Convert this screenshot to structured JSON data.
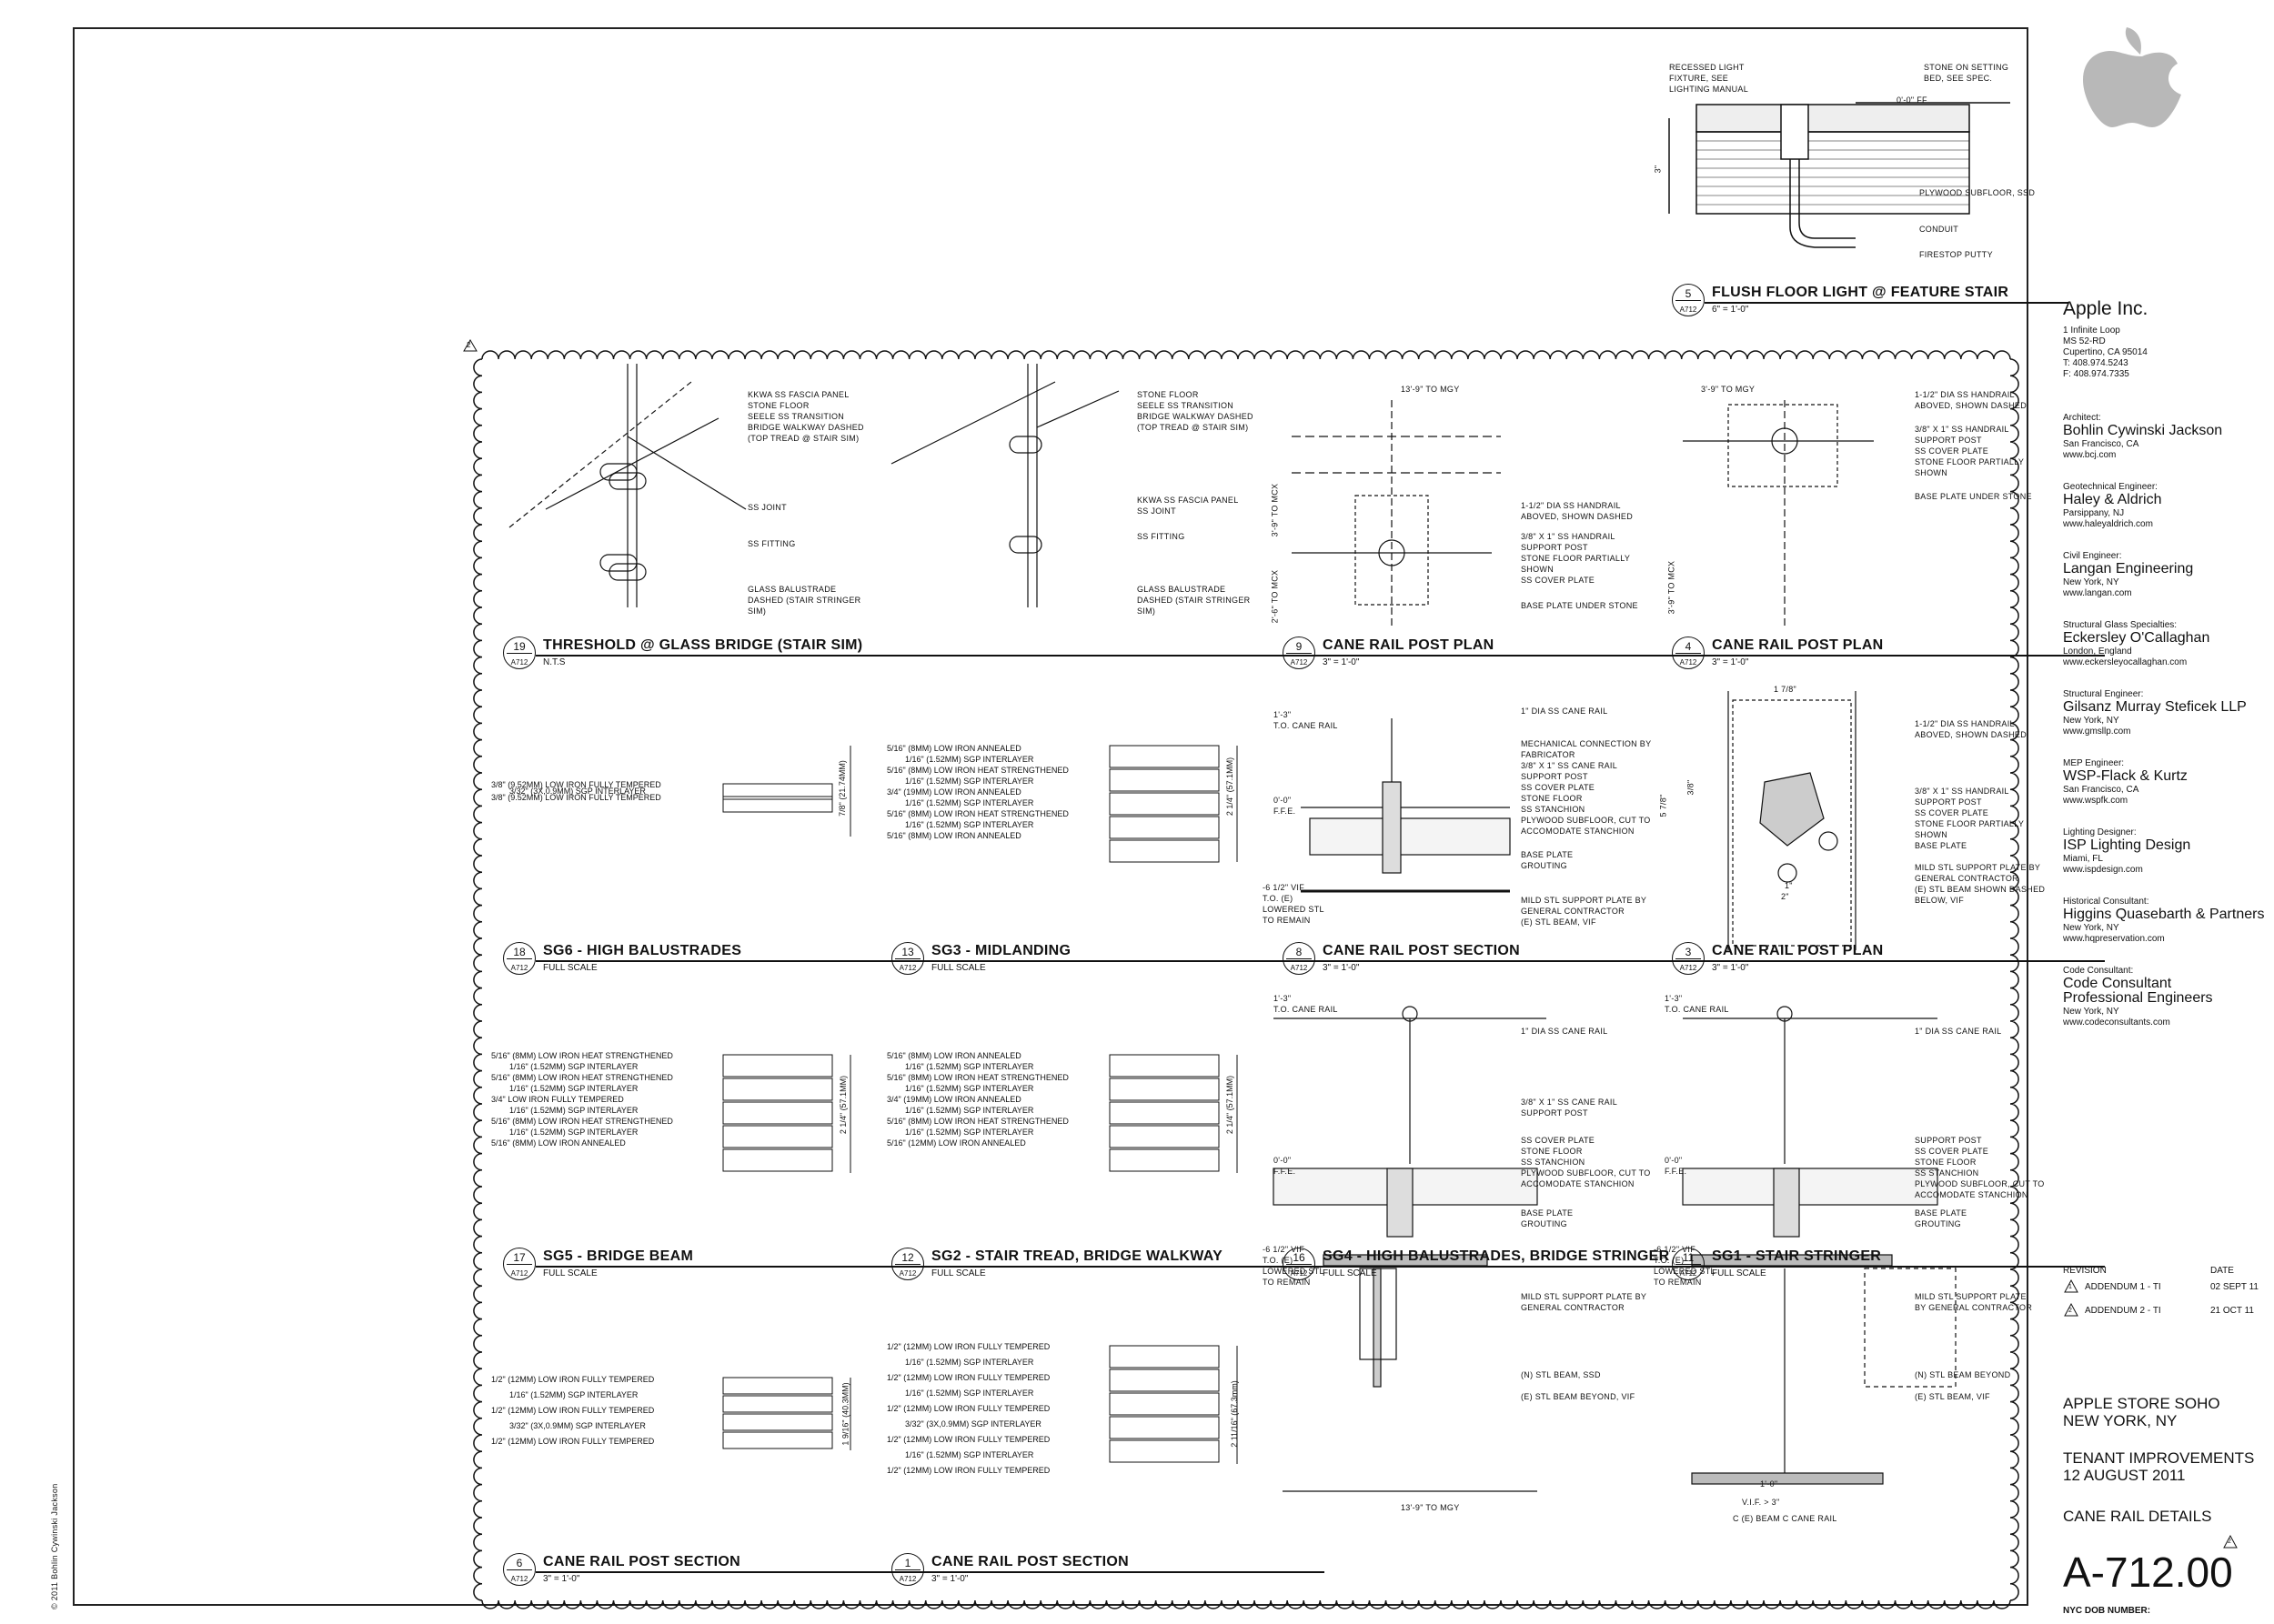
{
  "copyright": "© 2011 Bohlin Cywinski Jackson",
  "revision_triangle_marker": "2",
  "details": [
    {
      "num": "19",
      "sheet": "A712",
      "title": "THRESHOLD @ GLASS BRIDGE (STAIR SIM)",
      "scale": "N.T.S"
    },
    {
      "num": "9",
      "sheet": "A712",
      "title": "CANE RAIL POST PLAN",
      "scale": "3\" = 1'-0\""
    },
    {
      "num": "4",
      "sheet": "A712",
      "title": "CANE RAIL POST PLAN",
      "scale": "3\" = 1'-0\""
    },
    {
      "num": "5",
      "sheet": "A712",
      "title": "FLUSH FLOOR LIGHT @ FEATURE STAIR",
      "scale": "6\" = 1'-0\""
    },
    {
      "num": "18",
      "sheet": "A712",
      "title": "SG6 - HIGH BALUSTRADES",
      "scale": "FULL SCALE"
    },
    {
      "num": "13",
      "sheet": "A712",
      "title": "SG3 - MIDLANDING",
      "scale": "FULL SCALE"
    },
    {
      "num": "8",
      "sheet": "A712",
      "title": "CANE RAIL POST SECTION",
      "scale": "3\" = 1'-0\""
    },
    {
      "num": "3",
      "sheet": "A712",
      "title": "CANE RAIL POST PLAN",
      "scale": "3\" = 1'-0\""
    },
    {
      "num": "17",
      "sheet": "A712",
      "title": "SG5 - BRIDGE BEAM",
      "scale": "FULL SCALE"
    },
    {
      "num": "12",
      "sheet": "A712",
      "title": "SG2 - STAIR TREAD, BRIDGE WALKWAY",
      "scale": "FULL SCALE"
    },
    {
      "num": "16",
      "sheet": "A712",
      "title": "SG4 - HIGH BALUSTRADES, BRIDGE STRINGER",
      "scale": "FULL SCALE"
    },
    {
      "num": "11",
      "sheet": "A712",
      "title": "SG1 - STAIR STRINGER",
      "scale": "FULL SCALE"
    },
    {
      "num": "6",
      "sheet": "A712",
      "title": "CANE RAIL POST SECTION",
      "scale": "3\" = 1'-0\""
    },
    {
      "num": "1",
      "sheet": "A712",
      "title": "CANE RAIL POST SECTION",
      "scale": "3\" = 1'-0\""
    }
  ],
  "notes": {
    "d5": [
      "RECESSED LIGHT",
      "FIXTURE, SEE",
      "LIGHTING MANUAL",
      "STONE ON SETTING",
      "BED, SEE SPEC.",
      "0'-0\" FF",
      "3\"",
      "PLYWOOD SUBFLOOR, SSD",
      "CONDUIT",
      "FIRESTOP PUTTY"
    ],
    "d19": [
      "KKWA SS FASCIA PANEL",
      "STONE FLOOR",
      "SEELE SS TRANSITION",
      "BRIDGE WALKWAY DASHED",
      "(TOP TREAD @ STAIR SIM)",
      "SS JOINT",
      "SS FITTING",
      "GLASS BALUSTRADE",
      "DASHED (STAIR STRINGER",
      "SIM)"
    ],
    "d19b": [
      "STONE FLOOR",
      "SEELE SS TRANSITION",
      "BRIDGE WALKWAY DASHED",
      "(TOP TREAD @ STAIR SIM)",
      "KKWA SS FASCIA PANEL",
      "SS JOINT",
      "SS FITTING",
      "GLASS BALUSTRADE",
      "DASHED (STAIR STRINGER",
      "SIM)"
    ],
    "d9": [
      "13'-9\" TO MGY",
      "3'-9\" TO MCX",
      "2'-6\" TO MCX",
      "1-1/2\" DIA SS HANDRAIL",
      "ABOVED, SHOWN DASHED",
      "3/8\" X 1\" SS HANDRAIL",
      "SUPPORT POST",
      "STONE FLOOR PARTIALLY",
      "SHOWN",
      "SS COVER PLATE",
      "BASE PLATE UNDER STONE"
    ],
    "d4": [
      "3'-9\" TO MGY",
      "3'-9\" TO MCX",
      "1-1/2\" DIA SS HANDRAIL",
      "ABOVED, SHOWN DASHED",
      "3/8\" X 1\" SS HANDRAIL",
      "SUPPORT POST",
      "SS COVER PLATE",
      "STONE FLOOR PARTIALLY",
      "SHOWN",
      "BASE PLATE UNDER STONE"
    ],
    "d8": [
      "1'-3\"",
      "T.O. CANE RAIL",
      "0'-0\"",
      "F.F.E.",
      "-6 1/2\" VIF",
      "T.O. (E)",
      "LOWERED STL",
      "TO REMAIN",
      "1\" DIA SS CANE RAIL",
      "MECHANICAL CONNECTION BY",
      "FABRICATOR",
      "3/8\" X 1\" SS CANE RAIL",
      "SUPPORT POST",
      "SS COVER PLATE",
      "STONE FLOOR",
      "SS STANCHION",
      "PLYWOOD SUBFLOOR, CUT TO",
      "ACCOMODATE STANCHION",
      "BASE PLATE",
      "GROUTING",
      "MILD STL SUPPORT PLATE BY",
      "GENERAL CONTRACTOR",
      "(E) STL BEAM, VIF"
    ],
    "d3": [
      "1 7/8\"",
      "5 7/8\"",
      "3/8\"",
      "1\"",
      "2\"",
      "1-1/2\" DIA SS HANDRAIL",
      "ABOVED, SHOWN DASHED",
      "3/8\" X 1\" SS HANDRAIL",
      "SUPPORT POST",
      "SS COVER PLATE",
      "STONE FLOOR PARTIALLY",
      "SHOWN",
      "BASE PLATE",
      "MILD STL SUPPORT PLATE BY",
      "GENERAL CONTRACTOR",
      "(E) STL BEAM SHOWN DASHED",
      "BELOW, VIF"
    ],
    "d6": [
      "1'-3\"",
      "T.O. CANE RAIL",
      "0'-0\"",
      "F.F.E.",
      "-6 1/2\" VIF",
      "T.O. (E)",
      "LOWERED STL",
      "TO REMAIN",
      "1\" DIA SS CANE RAIL",
      "3/8\" X 1\" SS CANE RAIL",
      "SUPPORT POST",
      "SS COVER PLATE",
      "STONE FLOOR",
      "SS STANCHION",
      "PLYWOOD SUBFLOOR, CUT TO",
      "ACCOMODATE STANCHION",
      "BASE PLATE",
      "GROUTING",
      "MILD STL SUPPORT PLATE BY",
      "GENERAL CONTRACTOR",
      "(N) STL BEAM, SSD",
      "(E) STL BEAM BEYOND, VIF",
      "13'-9\" TO MGY"
    ],
    "d1": [
      "1'-3\"",
      "T.O. CANE RAIL",
      "0'-0\"",
      "F.F.E.",
      "-6 1/2\" VIF",
      "T.O. (E)",
      "LOWERED STL",
      "TO REMAIN",
      "1\" DIA SS CANE RAIL",
      "3/8\" X 1\" SS CANE RAIL",
      "SUPPORT POST",
      "SS COVER PLATE",
      "STONE FLOOR",
      "SS STANCHION",
      "PLYWOOD SUBFLOOR, CUT TO",
      "ACCOMODATE STANCHION",
      "BASE PLATE",
      "GROUTING",
      "MILD STL SUPPORT PLATE",
      "BY GENERAL CONTRACTOR",
      "(N) STL BEAM BEYOND",
      "(E) STL BEAM, VIF",
      "1'-0\"",
      "V.I.F. > 3\"",
      "C (E) BEAM C CANE RAIL"
    ]
  },
  "glass": {
    "sg6": {
      "layers": [
        "3/8\" (9.52MM) LOW IRON FULLY TEMPERED",
        "3/32\" (3X,0.9MM) SGP INTERLAYER",
        "3/8\" (9.52MM) LOW IRON FULLY TEMPERED"
      ],
      "dim": "7/8\" (21.74MM)"
    },
    "sg3": {
      "layers": [
        "5/16\" (8MM) LOW IRON ANNEALED",
        "1/16\" (1.52MM) SGP INTERLAYER",
        "5/16\" (8MM) LOW IRON HEAT STRENGTHENED",
        "1/16\" (1.52MM) SGP INTERLAYER",
        "3/4\" (19MM) LOW IRON ANNEALED",
        "1/16\" (1.52MM) SGP INTERLAYER",
        "5/16\" (8MM) LOW IRON HEAT STRENGTHENED",
        "1/16\" (1.52MM) SGP INTERLAYER",
        "5/16\" (8MM) LOW IRON ANNEALED"
      ],
      "dim": "2 1/4\" (57.1MM)"
    },
    "sg5": {
      "layers": [
        "5/16\" (8MM) LOW IRON HEAT STRENGTHENED",
        "1/16\" (1.52MM) SGP INTERLAYER",
        "5/16\" (8MM) LOW IRON HEAT STRENGTHENED",
        "1/16\" (1.52MM) SGP INTERLAYER",
        "3/4\" LOW IRON FULLY TEMPERED",
        "1/16\" (1.52MM) SGP INTERLAYER",
        "5/16\" (8MM) LOW IRON HEAT STRENGTHENED",
        "1/16\" (1.52MM) SGP INTERLAYER",
        "5/16\" (8MM) LOW IRON ANNEALED"
      ],
      "dim": "2 1/4\" (57.1MM)"
    },
    "sg2": {
      "layers": [
        "5/16\" (8MM) LOW IRON ANNEALED",
        "1/16\" (1.52MM) SGP INTERLAYER",
        "5/16\" (8MM) LOW IRON HEAT STRENGTHENED",
        "1/16\" (1.52MM) SGP INTERLAYER",
        "3/4\" (19MM) LOW IRON ANNEALED",
        "1/16\" (1.52MM) SGP INTERLAYER",
        "5/16\" (8MM) LOW IRON HEAT STRENGTHENED",
        "1/16\" (1.52MM) SGP INTERLAYER",
        "5/16\" (12MM) LOW IRON ANNEALED"
      ],
      "dim": "2 1/4\" (57.1MM)"
    },
    "sg4": {
      "layers": [
        "1/2\" (12MM) LOW IRON FULLY TEMPERED",
        "1/16\" (1.52MM) SGP INTERLAYER",
        "1/2\" (12MM) LOW IRON FULLY TEMPERED",
        "3/32\" (3X,0.9MM) SGP INTERLAYER",
        "1/2\" (12MM) LOW IRON FULLY TEMPERED"
      ],
      "dim": "1 9/16\" (40.3MM)"
    },
    "sg1": {
      "layers": [
        "1/2\" (12MM) LOW IRON FULLY TEMPERED",
        "1/16\" (1.52MM) SGP INTERLAYER",
        "1/2\" (12MM) LOW IRON FULLY TEMPERED",
        "1/16\" (1.52MM) SGP INTERLAYER",
        "1/2\" (12MM) LOW IRON FULLY TEMPERED",
        "3/32\" (3X,0.9MM) SGP INTERLAYER",
        "1/2\" (12MM) LOW IRON FULLY TEMPERED",
        "1/16\" (1.52MM) SGP INTERLAYER",
        "1/2\" (12MM) LOW IRON FULLY TEMPERED"
      ],
      "dim": "2 11/16\" (67.3mm)"
    }
  },
  "titleblock": {
    "logo_icon": "apple-logo-icon",
    "client": {
      "name": "Apple Inc.",
      "lines": [
        "1 Infinite Loop",
        "MS 52-RD",
        "Cupertino, CA 95014",
        "T: 408.974.5243",
        "F: 408.974.7335"
      ]
    },
    "consultants": [
      {
        "role": "Architect:",
        "firm": "Bohlin Cywinski Jackson",
        "lines": [
          "San Francisco, CA",
          "www.bcj.com"
        ]
      },
      {
        "role": "Geotechnical Engineer:",
        "firm": "Haley & Aldrich",
        "lines": [
          "Parsippany, NJ",
          "www.haleyaldrich.com"
        ]
      },
      {
        "role": "Civil Engineer:",
        "firm": "Langan Engineering",
        "lines": [
          "New York, NY",
          "www.langan.com"
        ]
      },
      {
        "role": "Structural Glass Specialties:",
        "firm": "Eckersley O'Callaghan",
        "lines": [
          "London, England",
          "www.eckersleyocallaghan.com"
        ]
      },
      {
        "role": "Structural Engineer:",
        "firm": "Gilsanz Murray Steficek LLP",
        "lines": [
          "New York, NY",
          "www.gmsllp.com"
        ]
      },
      {
        "role": "MEP Engineer:",
        "firm": "WSP-Flack & Kurtz",
        "lines": [
          "San Francisco, CA",
          "www.wspfk.com"
        ]
      },
      {
        "role": "Lighting Designer:",
        "firm": "ISP Lighting Design",
        "lines": [
          "Miami, FL",
          "www.ispdesign.com"
        ]
      },
      {
        "role": "Historical Consultant:",
        "firm": "Higgins Quasebarth & Partners",
        "lines": [
          "New York, NY",
          "www.hqpreservation.com"
        ]
      },
      {
        "role": "Code Consultant:",
        "firm": "Code Consultant Professional Engineers",
        "firm2": "Professional Engineers",
        "firm1": "Code Consultant",
        "lines": [
          "New York, NY",
          "www.codeconsultants.com"
        ]
      }
    ],
    "revision_header": "REVISION",
    "date_header": "DATE",
    "revisions": [
      {
        "mark": "1",
        "desc": "ADDENDUM 1 - TI",
        "date": "02 SEPT 11"
      },
      {
        "mark": "2",
        "desc": "ADDENDUM 2 - TI",
        "date": "21 OCT 11"
      }
    ],
    "project": [
      "APPLE STORE SOHO",
      "NEW YORK, NY"
    ],
    "phase": [
      "TENANT IMPROVEMENTS",
      "12 AUGUST 2011"
    ],
    "sheet_title": "CANE RAIL DETAILS",
    "sheet_title_marker": "2",
    "sheet_number": "A-712.00",
    "dob_label": "NYC DOB NUMBER:"
  }
}
